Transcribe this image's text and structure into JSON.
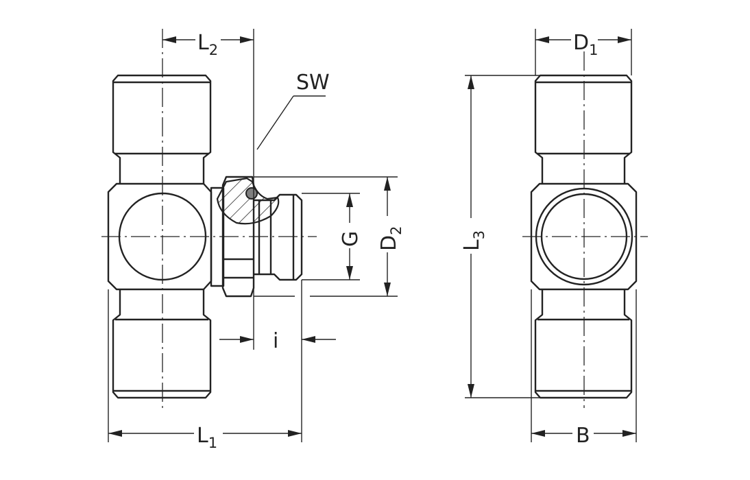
{
  "drawing": {
    "title": "Tee fitting with adjustable stud end",
    "labels": {
      "L2": {
        "main": "L",
        "sub": "2"
      },
      "SW": "SW",
      "G": "G",
      "D2": {
        "main": "D",
        "sub": "2"
      },
      "i": "i",
      "L1": {
        "main": "L",
        "sub": "1"
      },
      "D1": {
        "main": "D",
        "sub": "1"
      },
      "L3": {
        "main": "L",
        "sub": "3"
      },
      "B": "B"
    },
    "colors": {
      "line": "#222222",
      "oring": "#808080",
      "background": "#ffffff"
    }
  }
}
